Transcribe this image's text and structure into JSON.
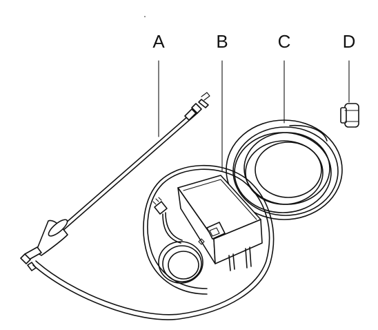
{
  "figure": {
    "labels": {
      "a": "A",
      "b": "B",
      "c": "C",
      "d": "D"
    }
  },
  "colors": {
    "ink": "#111111",
    "background": "#ffffff"
  }
}
